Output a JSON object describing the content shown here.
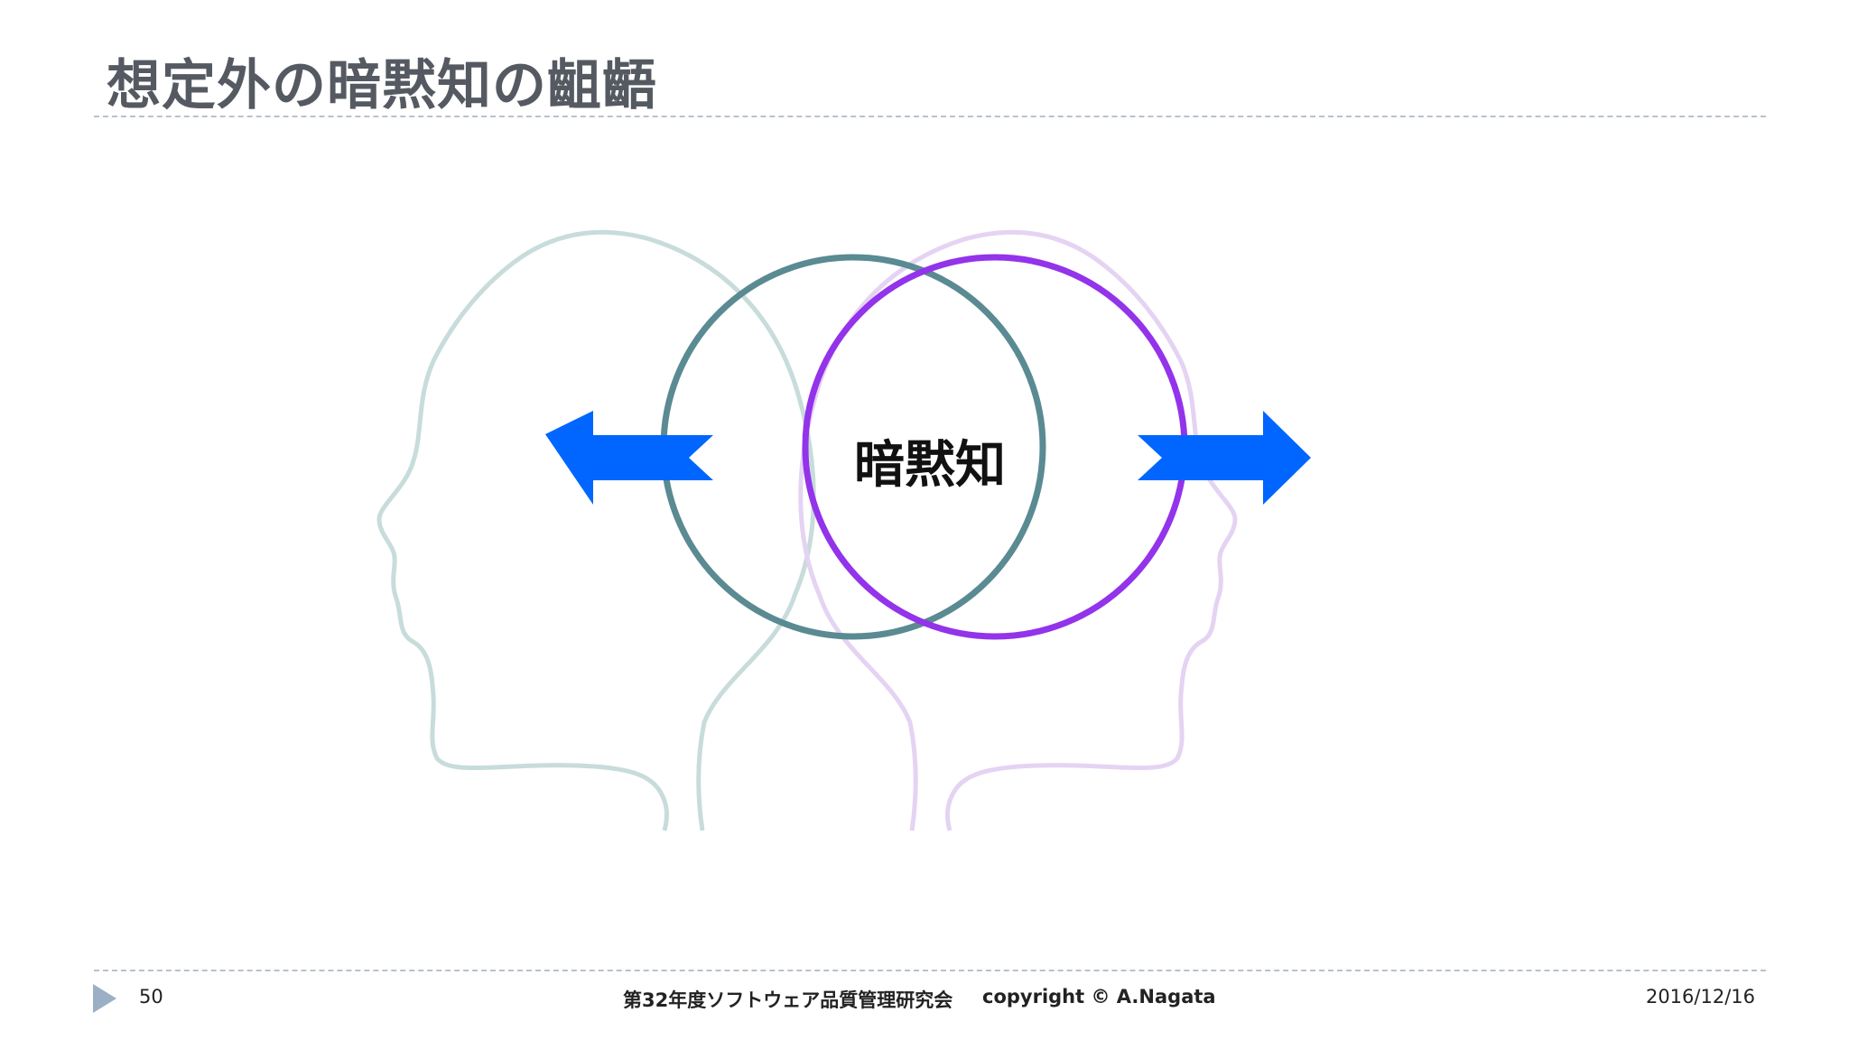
{
  "slide": {
    "title": "想定外の暗黙知の齟齬",
    "center_label": "暗黙知"
  },
  "footer": {
    "page_number": "50",
    "organization": "第32年度ソフトウェア品質管理研究会",
    "copyright": "copyright © A.Nagata",
    "date": "2016/12/16"
  },
  "colors": {
    "title_text": "#555a62",
    "divider": "#b7c2cc",
    "left_circle": "#5a8a92",
    "right_circle": "#9333ea",
    "left_head_outline": "#c7dcdb",
    "right_head_outline": "#e5d3f3",
    "arrow": "#0066ff",
    "footer_marker": "#9bb0c4"
  }
}
